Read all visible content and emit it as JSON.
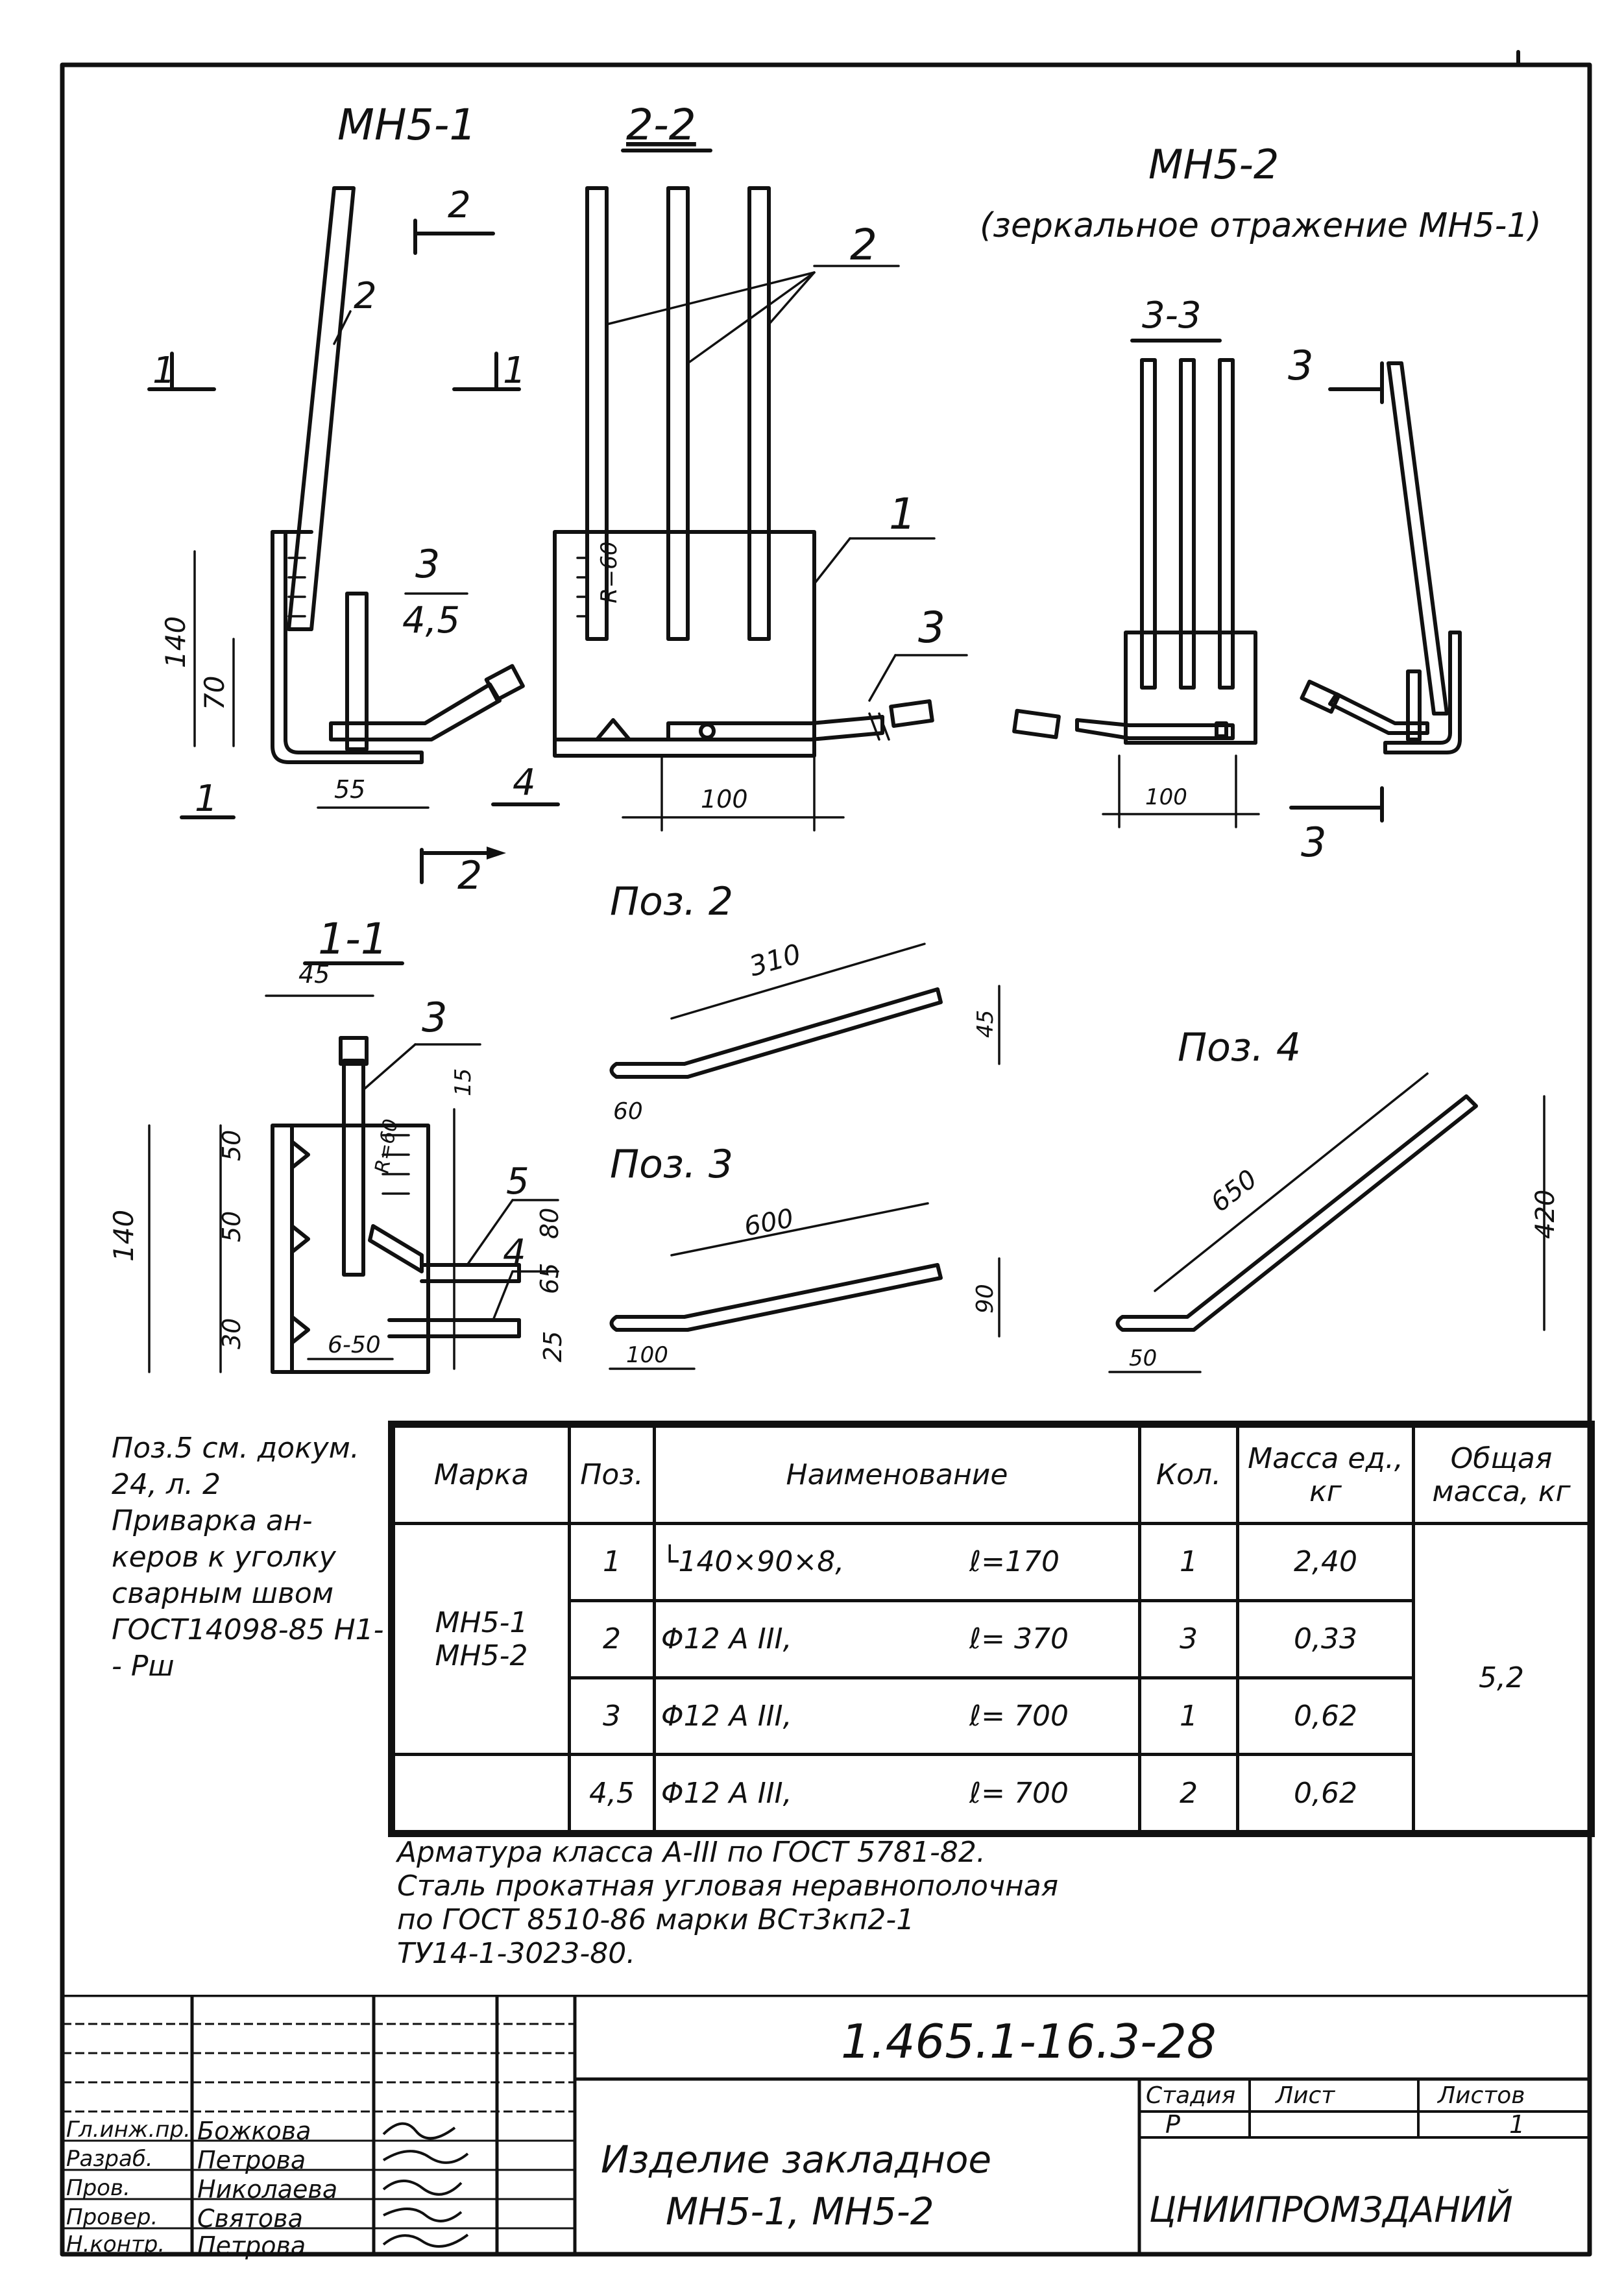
{
  "views": {
    "mn5_1_title": "МН5-1",
    "section_2_2": "2-2",
    "mn5_2_title": "МН5-2",
    "mn5_2_note": "(зеркальное отражение МН5-1)",
    "section_3_3": "3-3",
    "section_1_1": "1-1",
    "pos2_title": "Поз. 2",
    "pos3_title": "Поз. 3",
    "pos4_title": "Поз. 4"
  },
  "marks": {
    "cut_1": "1",
    "cut_2": "2",
    "cut_3": "3",
    "pos_1": "1",
    "pos_2": "2",
    "pos_3": "3",
    "pos_4": "4",
    "pos_5": "5",
    "pos_3_45_top": "3",
    "pos_3_45_bottom": "4,5"
  },
  "dims": {
    "d140": "140",
    "d70": "70",
    "d55": "55",
    "d100a": "100",
    "d100b": "100",
    "d45": "45",
    "d50a": "50",
    "d50b": "50",
    "d30": "30",
    "d65": "65",
    "d25": "25",
    "d80": "80",
    "d15": "15",
    "d6_50": "6-50",
    "r60": "R=60",
    "d310": "310",
    "d45b": "45",
    "d60": "60",
    "d600": "600",
    "d90": "90",
    "d100c": "100",
    "d650": "650",
    "d420": "420",
    "d50c": "50"
  },
  "left_note": [
    "Поз.5 см. докум.",
    "24, л. 2",
    "Приварка ан-",
    "керов к уголку",
    "сварным швом",
    "ГОСТ14098-85 Н1-",
    "- Рш"
  ],
  "spec": {
    "headers": [
      "Марка",
      "Поз.",
      "Наименование",
      "Кол.",
      "Масса ед., кг",
      "Общая масса, кг"
    ],
    "marks": [
      "МН5-1",
      "МН5-2"
    ],
    "rows": [
      {
        "pos": "1",
        "name": "└140×90×8,",
        "len": "ℓ=170",
        "qty": "1",
        "mass": "2,40"
      },
      {
        "pos": "2",
        "name": "Φ12 А III,",
        "len": "ℓ= 370",
        "qty": "3",
        "mass": "0,33"
      },
      {
        "pos": "3",
        "name": "Φ12 А III,",
        "len": "ℓ= 700",
        "qty": "1",
        "mass": "0,62"
      },
      {
        "pos": "4,5",
        "name": "Φ12 А III,",
        "len": "ℓ= 700",
        "qty": "2",
        "mass": "0,62"
      }
    ],
    "total": "5,2"
  },
  "footer_notes": [
    "Арматура класса А-III по ГОСТ 5781-82.",
    "Сталь прокатная угловая неравнополочная",
    "по ГОСТ 8510-86 марки ВСт3кп2-1",
    "ТУ14-1-3023-80."
  ],
  "stamp": {
    "doc_code": "1.465.1-16.3-28",
    "title_line1": "Изделие закладное",
    "title_line2": "МН5-1, МН5-2",
    "stage_header": "Стадия",
    "sheet_header": "Лист",
    "sheets_header": "Листов",
    "stage": "Р",
    "sheets": "1",
    "org": "ЦНИИПРОМЗДАНИЙ",
    "roles": [
      "Гл.инж.пр.",
      "Разраб.",
      "Пров.",
      "Провер.",
      "Н.контр."
    ],
    "names": [
      "Божкова",
      "Петрова",
      "Николаева",
      "Святова",
      "Петрова"
    ]
  }
}
